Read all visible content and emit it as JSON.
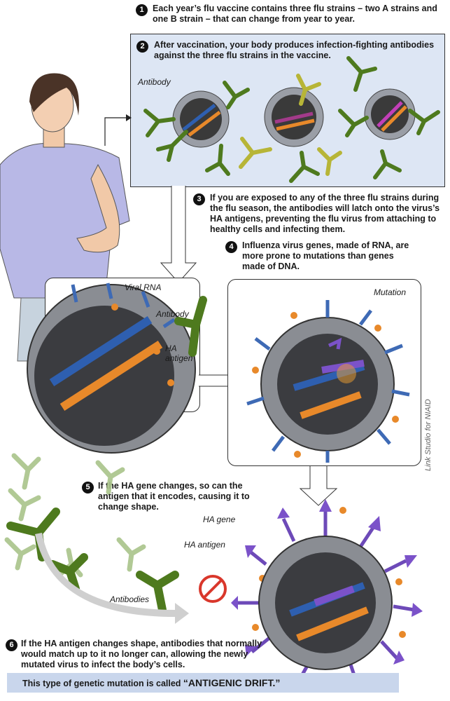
{
  "steps": [
    {
      "num": "1",
      "text": "Each year’s flu vaccine contains three flu strains – two A strains and one B strain – that can change from year to year."
    },
    {
      "num": "2",
      "text": "After vaccination, your body produces infection-fighting antibodies against the three flu strains in the vaccine."
    },
    {
      "num": "3",
      "text": "If you are exposed to any of the three flu strains during the flu season, the antibodies will latch onto the virus’s HA antigens, preventing the flu virus from attaching to healthy cells and infecting them."
    },
    {
      "num": "4",
      "text": "Influenza virus genes, made of RNA, are more prone to mutations than genes made of DNA."
    },
    {
      "num": "5",
      "text": "If the HA gene changes, so can the antigen that it encodes, causing it to change shape."
    },
    {
      "num": "6",
      "text": "If the HA antigen changes shape, antibodies that normally would match up to it no longer can, allowing the newly mutated virus to infect the body’s cells."
    }
  ],
  "labels": {
    "antibody_top": "Antibody",
    "viral_rna": "Viral RNA",
    "antibody_mid": "Antibody",
    "ha_antigen_mid": "HA antigen",
    "mutation": "Mutation",
    "ha_gene": "HA gene",
    "ha_antigen_bottom": "HA antigen",
    "antibodies": "Antibodies"
  },
  "credit": "Link Studio for NIAID",
  "banner": {
    "prefix": "This type of genetic mutation is called ",
    "emphasis": "“ANTIGENIC DRIFT.”"
  },
  "colors": {
    "panel_bg": "#dde6f4",
    "antibody_green": "#4e7a1e",
    "antibody_light": "#a9c48a",
    "rna_blue": "#2e5fb0",
    "rna_orange": "#e8892a",
    "mutant_purple": "#7b52c9",
    "shell_gray": "#8a8d93"
  }
}
